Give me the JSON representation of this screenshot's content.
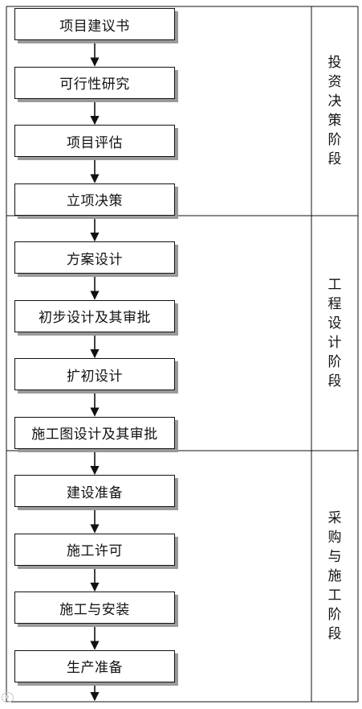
{
  "steps": [
    "项目建议书",
    "可行性研究",
    "项目评估",
    "立项决策",
    "方案设计",
    "初步设计及其审批",
    "扩初设计",
    "施工图设计及其审批",
    "建设准备",
    "施工许可",
    "施工与安装",
    "生产准备"
  ],
  "phases": [
    {
      "label": "投资决策阶段",
      "steps": 4
    },
    {
      "label": "工程设计阶段",
      "steps": 4
    },
    {
      "label": "采购与施工阶段",
      "steps": 4
    }
  ],
  "colors": {
    "line": "#111111",
    "shadow": "#9a9a9a",
    "box_fill": "#ffffff"
  },
  "watermark_icon": "weibo-icon"
}
